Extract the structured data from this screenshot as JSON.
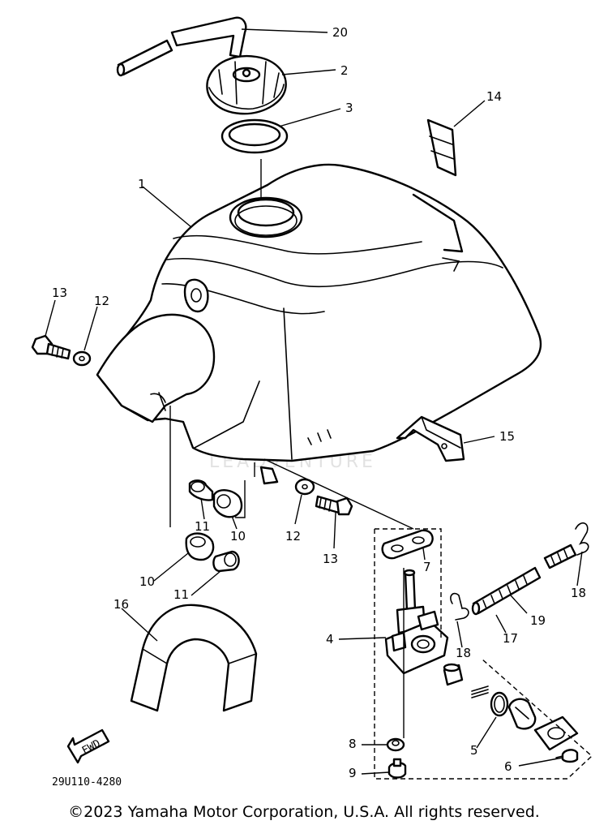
{
  "callouts": [
    {
      "id": "c20",
      "label": "20"
    },
    {
      "id": "c2",
      "label": "2"
    },
    {
      "id": "c3",
      "label": "3"
    },
    {
      "id": "c14",
      "label": "14"
    },
    {
      "id": "c1",
      "label": "1"
    },
    {
      "id": "c13a",
      "label": "13"
    },
    {
      "id": "c12a",
      "label": "12"
    },
    {
      "id": "c15",
      "label": "15"
    },
    {
      "id": "c11a",
      "label": "11"
    },
    {
      "id": "c10a",
      "label": "10"
    },
    {
      "id": "c12b",
      "label": "12"
    },
    {
      "id": "c13b",
      "label": "13"
    },
    {
      "id": "c10b",
      "label": "10"
    },
    {
      "id": "c11b",
      "label": "11"
    },
    {
      "id": "c7",
      "label": "7"
    },
    {
      "id": "c18a",
      "label": "18"
    },
    {
      "id": "c19",
      "label": "19"
    },
    {
      "id": "c17",
      "label": "17"
    },
    {
      "id": "c18b",
      "label": "18"
    },
    {
      "id": "c4",
      "label": "4"
    },
    {
      "id": "c16",
      "label": "16"
    },
    {
      "id": "c5",
      "label": "5"
    },
    {
      "id": "c8",
      "label": "8"
    },
    {
      "id": "c6",
      "label": "6"
    },
    {
      "id": "c9",
      "label": "9"
    }
  ],
  "fwd_label": "FWD",
  "diagram_code": "29U110-4280",
  "watermark_text": "LEADVENTURE",
  "copyright": "©2023 Yamaha Motor Corporation, U.S.A. All rights reserved."
}
